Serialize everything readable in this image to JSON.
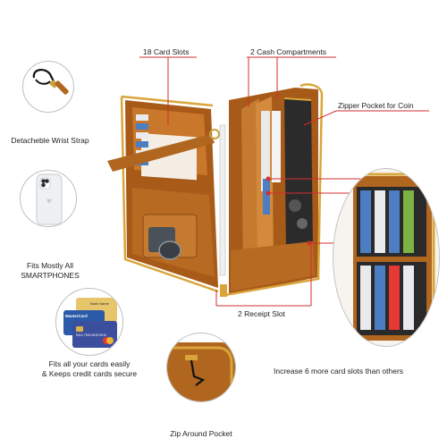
{
  "callouts": {
    "card_slots": "18 Card Slots",
    "cash_compartments": "2 Cash Compartments",
    "zipper_pocket": "Zipper Pocket for Coin",
    "receipt_slot": "2 Receipt Slot"
  },
  "features": {
    "wrist_strap": "Detacheble Wrist Strap",
    "smartphones_line1": "Fits Mostly All",
    "smartphones_line2": "SMARTPHONES",
    "cards_line1": "Fits all your cards easily",
    "cards_line2": "& Keeps credit cards secure",
    "zip_around": "Zip Around Pocket",
    "more_slots": "Increase 6 more card slots than others"
  },
  "card_texts": {
    "bank_name": "Bank Name",
    "card_brand": "MasterCard",
    "card_number": "5412 7534 5678 9010"
  },
  "colors": {
    "leather": "#b0661f",
    "leather_dark": "#7a3f0e",
    "leather_light": "#d38a3c",
    "zipper": "#d9a53a",
    "callout_red": "#d32f2f"
  }
}
